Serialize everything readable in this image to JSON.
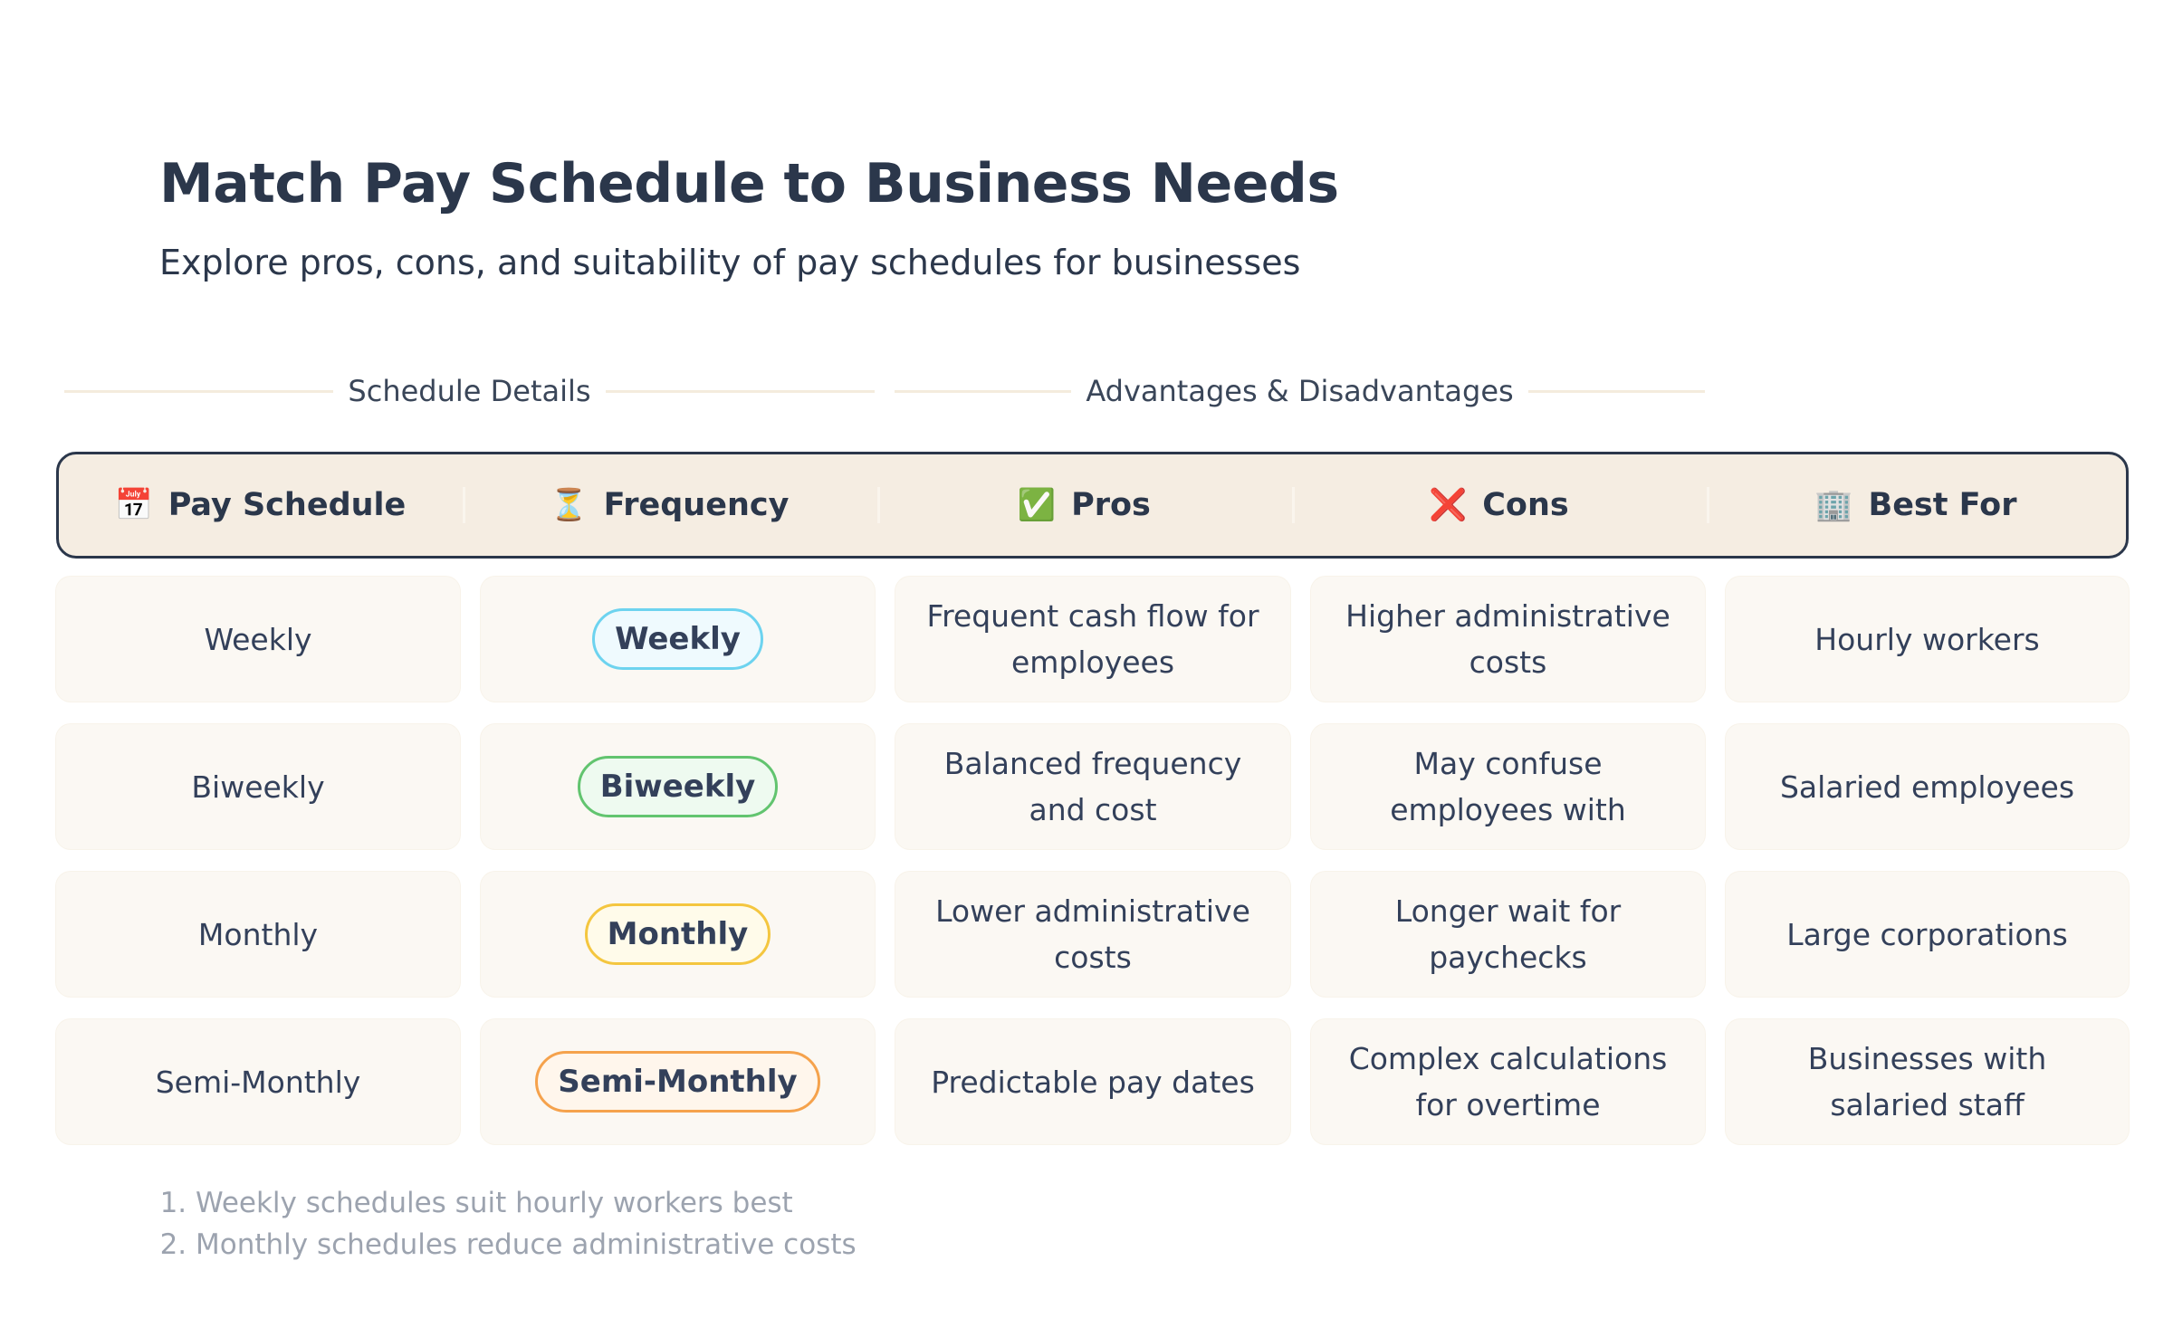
{
  "header": {
    "title": "Match Pay Schedule to Business Needs",
    "subtitle": "Explore pros, cons, and suitability of pay schedules for businesses"
  },
  "groups": [
    "Schedule Details",
    "Advantages & Disadvantages"
  ],
  "columns": [
    {
      "label": "Pay Schedule",
      "icon": "calendar-icon",
      "glyph": "📅"
    },
    {
      "label": "Frequency",
      "icon": "hourglass-icon",
      "glyph": "⏳"
    },
    {
      "label": "Pros",
      "icon": "check-mark-icon",
      "glyph": "✅"
    },
    {
      "label": "Cons",
      "icon": "cross-mark-icon",
      "glyph": "❌"
    },
    {
      "label": "Best For",
      "icon": "office-building-icon",
      "glyph": "🏢"
    }
  ],
  "rows": [
    {
      "schedule": "Weekly",
      "frequency": "Weekly",
      "pros": "Frequent cash flow for employees",
      "cons": "Higher administrative costs",
      "best_for": "Hourly workers",
      "badge_border": "#6dd3ef",
      "badge_bg": "#effafe"
    },
    {
      "schedule": "Biweekly",
      "frequency": "Biweekly",
      "pros": "Balanced frequency and cost",
      "cons": "May confuse employees with",
      "best_for": "Salaried employees",
      "badge_border": "#62c46f",
      "badge_bg": "#eefaf0"
    },
    {
      "schedule": "Monthly",
      "frequency": "Monthly",
      "pros": "Lower administrative costs",
      "cons": "Longer wait for paychecks",
      "best_for": "Large corporations",
      "badge_border": "#f4c63f",
      "badge_bg": "#fffbea"
    },
    {
      "schedule": "Semi-Monthly",
      "frequency": "Semi-Monthly",
      "pros": "Predictable pay dates",
      "cons": "Complex calculations for overtime",
      "best_for": "Businesses with salaried staff",
      "badge_border": "#f5a24c",
      "badge_bg": "#fff6ec"
    }
  ],
  "notes": [
    "Weekly schedules suit hourly workers best",
    "Monthly schedules reduce administrative costs"
  ],
  "colors": {
    "text": "#2b374b",
    "header_bg": "#f5ede2",
    "cell_bg": "#fbf8f3",
    "note": "#9ca3af"
  }
}
